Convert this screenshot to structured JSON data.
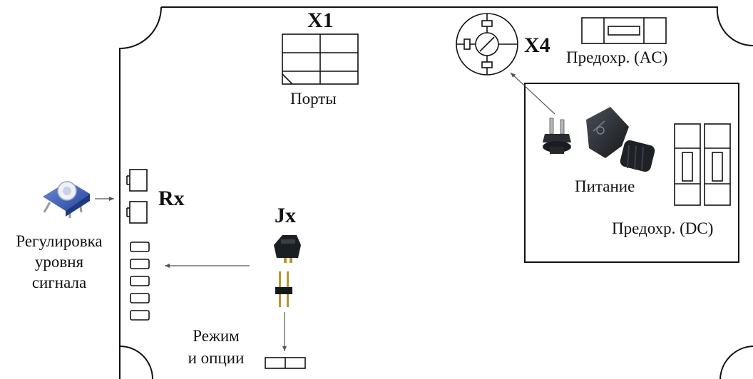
{
  "diagram": {
    "connector_x1": {
      "title": "X1",
      "caption": "Порты"
    },
    "connector_x4": {
      "title": "X4"
    },
    "fuse_ac": {
      "caption": "Предохр. (AC)"
    },
    "power_panel": {
      "power_caption": "Питание",
      "fuse_dc_caption": "Предохр. (DC)"
    },
    "receiver": {
      "title": "Rx"
    },
    "jumper": {
      "title": "Jx"
    },
    "level_control": {
      "lines": [
        "Регулировка",
        "уровня",
        "сигнала"
      ]
    },
    "mode_options": {
      "lines": [
        "Режим",
        "и опции"
      ]
    }
  },
  "colors": {
    "line": "#111111",
    "trimmer_blue": "#3b5fb5",
    "connector_black": "#1e2226",
    "pin_gold": "#b8962e"
  },
  "icons": [
    "trimmer-potentiometer-icon",
    "power-plug-connector-icon",
    "power-socket-icon",
    "jumper-cap-icon",
    "pin-header-icon"
  ]
}
